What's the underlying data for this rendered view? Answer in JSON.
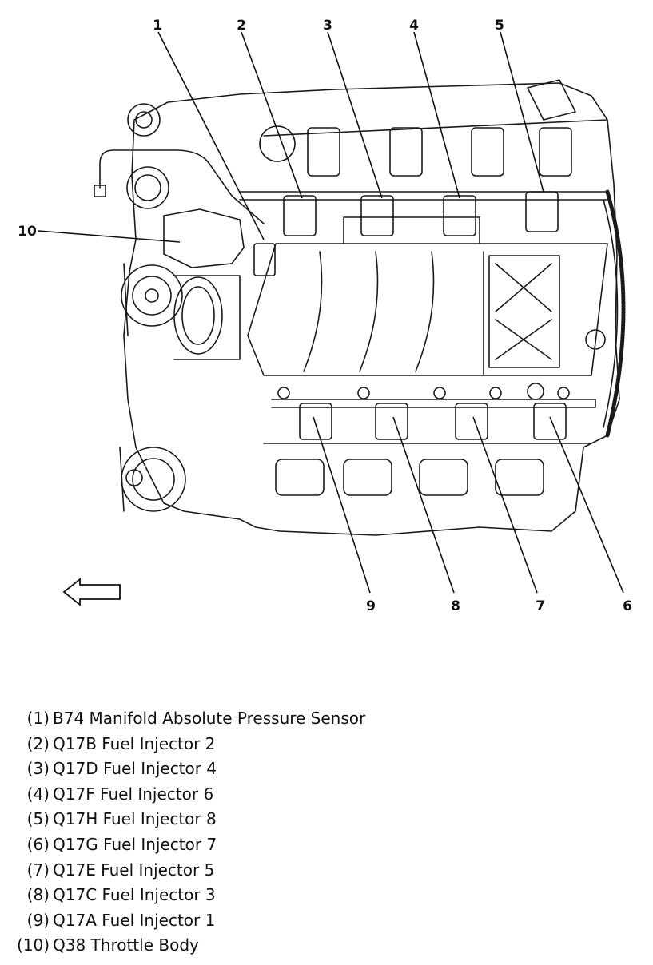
{
  "callouts": {
    "c1": "1",
    "c2": "2",
    "c3": "3",
    "c4": "4",
    "c5": "5",
    "c6": "6",
    "c7": "7",
    "c8": "8",
    "c9": "9",
    "c10": "10"
  },
  "legend": [
    {
      "num": "(1)",
      "text": "B74 Manifold Absolute Pressure Sensor"
    },
    {
      "num": "(2)",
      "text": "Q17B Fuel Injector 2"
    },
    {
      "num": "(3)",
      "text": "Q17D Fuel Injector 4"
    },
    {
      "num": "(4)",
      "text": "Q17F Fuel Injector 6"
    },
    {
      "num": "(5)",
      "text": "Q17H Fuel Injector 8"
    },
    {
      "num": "(6)",
      "text": "Q17G Fuel Injector 7"
    },
    {
      "num": "(7)",
      "text": "Q17E Fuel Injector 5"
    },
    {
      "num": "(8)",
      "text": "Q17C Fuel Injector 3"
    },
    {
      "num": "(9)",
      "text": "Q17A Fuel Injector 1"
    },
    {
      "num": "(10)",
      "text": "Q38 Throttle Body"
    }
  ],
  "icons": {
    "direction": "arrow-left-icon"
  }
}
